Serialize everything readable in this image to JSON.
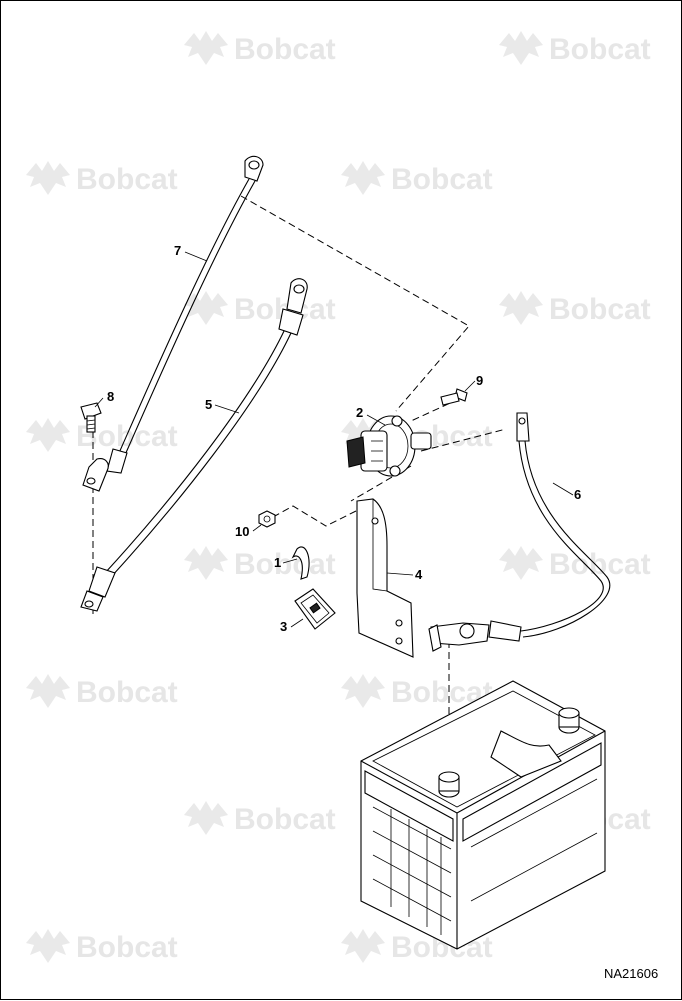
{
  "watermark": {
    "brand_text": "Bobcat",
    "icon": "bobcat-logo-icon"
  },
  "callouts": {
    "c1": "1",
    "c2": "2",
    "c3": "3",
    "c4": "4",
    "c5": "5",
    "c6": "6",
    "c7": "7",
    "c8": "8",
    "c9": "9",
    "c10": "10"
  },
  "reference_code": "NA21606",
  "colors": {
    "line": "#000000",
    "watermark": "#e6e6e6",
    "background": "#ffffff"
  }
}
